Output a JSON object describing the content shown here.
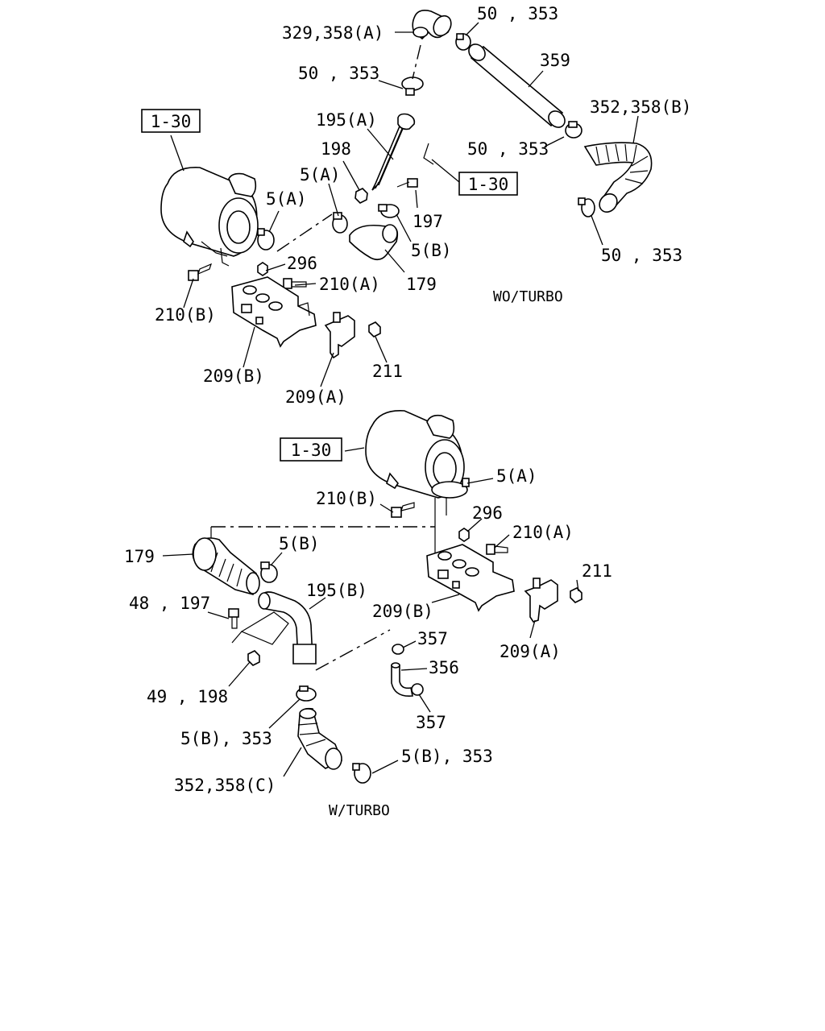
{
  "diagram": {
    "section_labels": {
      "without_turbo": "WO/TURBO",
      "with_turbo": "W/TURBO"
    },
    "reference_boxes": [
      "1-30",
      "1-30",
      "1-30"
    ],
    "top_labels": {
      "p329_358a": "329,358(A)",
      "p50_353_a": "50 , 353",
      "p359": "359",
      "p50_353_b": "50 , 353",
      "p352_358b": "352,358(B)",
      "p195a": "195(A)",
      "p50_353_c": "50 , 353",
      "p198": "198",
      "p5a_1": "5(A)",
      "p5a_2": "5(A)",
      "p197": "197",
      "p5b": "5(B)",
      "p50_353_d": "50 , 353",
      "p296": "296",
      "p210a": "210(A)",
      "p179": "179",
      "p210b": "210(B)",
      "p211": "211",
      "p209b": "209(B)",
      "p209a": "209(A)"
    },
    "bottom_labels": {
      "p5a": "5(A)",
      "p210b": "210(B)",
      "p296": "296",
      "p210a": "210(A)",
      "p179": "179",
      "p5b": "5(B)",
      "p211": "211",
      "p195b": "195(B)",
      "p48_197": "48 , 197",
      "p209b": "209(B)",
      "p357_a": "357",
      "p209a": "209(A)",
      "p356": "356",
      "p49_198": "49 , 198",
      "p357_b": "357",
      "p5b_353_a": "5(B), 353",
      "p5b_353_b": "5(B), 353",
      "p352_358c": "352,358(C)"
    }
  }
}
